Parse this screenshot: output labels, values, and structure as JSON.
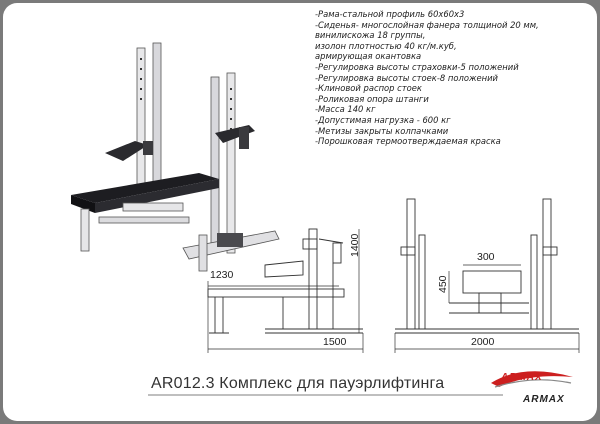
{
  "specs": [
    "-Рама-стальной профиль 60х60х3",
    "-Сиденья- многослойная фанера толщиной 20 мм,",
    " винилискожа 18 группы,",
    " изолон плотностью 40 кг/м.куб,",
    " армирующая окантовка",
    "-Регулировка высоты страховки-5 положений",
    "-Регулировка высоты стоек-8 положений",
    "-Клиновой распор стоек",
    "-Роликовая опора штанги",
    "-Масса 140 кг",
    "-Допустимая нагрузка - 600 кг",
    "-Метизы закрыты колпачками",
    "-Порошковая термоотверждаемая краска"
  ],
  "title": "AR012.3 Комплекс для пауэрлифтинга",
  "brand": {
    "name_top": "ARMAX",
    "name_bottom": "ARMAX",
    "accent": "#cc1f1f"
  },
  "dimensions": {
    "bench_length": "1230",
    "side_length": "1500",
    "height": "1400",
    "front_width": "2000",
    "front_inner": "300",
    "front_height": "450"
  }
}
